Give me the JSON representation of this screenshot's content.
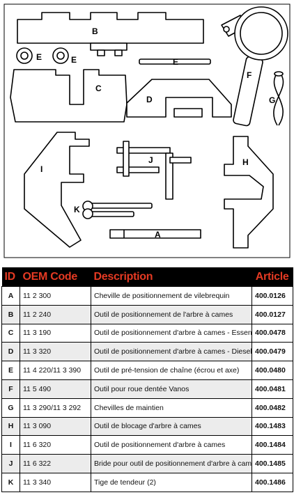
{
  "diagram": {
    "labels": {
      "A": "A",
      "B": "B",
      "C": "C",
      "D": "D",
      "E": "E",
      "F": "F",
      "G": "G",
      "H": "H",
      "I": "I",
      "J": "J",
      "K": "K"
    }
  },
  "table": {
    "headers": {
      "id": "ID",
      "oem": "OEM Code",
      "description": "Description",
      "article": "Article"
    },
    "rows": [
      {
        "id": "A",
        "oem": "11 2 300",
        "description": "Cheville de positionnement de vilebrequin",
        "article": "400.0126"
      },
      {
        "id": "B",
        "oem": "11 2 240",
        "description": "Outil de positionnement de l'arbre à cames",
        "article": "400.0127"
      },
      {
        "id": "C",
        "oem": "11 3 190",
        "description": "Outil de positionnement d'arbre à cames - Essence",
        "article": "400.0478"
      },
      {
        "id": "D",
        "oem": "11 3 320",
        "description": "Outil de positionnement d'arbre à cames - Diesel",
        "article": "400.0479"
      },
      {
        "id": "E",
        "oem": "11 4 220/11 3 390",
        "description": "Outil de pré-tension de chaîne (écrou et axe)",
        "article": "400.0480"
      },
      {
        "id": "F",
        "oem": "11 5 490",
        "description": "Outil pour roue dentée Vanos",
        "article": "400.0481"
      },
      {
        "id": "G",
        "oem": "11 3 290/11 3 292",
        "description": "Chevilles de maintien",
        "article": "400.0482"
      },
      {
        "id": "H",
        "oem": "11 3 090",
        "description": "Outil de blocage d'arbre à cames",
        "article": "400.1483"
      },
      {
        "id": "I",
        "oem": "11 6 320",
        "description": "Outil de positionnement d'arbre à cames",
        "article": "400.1484"
      },
      {
        "id": "J",
        "oem": "11 6 322",
        "description": "Bride pour outil de positionnement d'arbre à cames",
        "article": "400.1485"
      },
      {
        "id": "K",
        "oem": "11 3 340",
        "description": "Tige de tendeur (2)",
        "article": "400.1486"
      }
    ]
  }
}
